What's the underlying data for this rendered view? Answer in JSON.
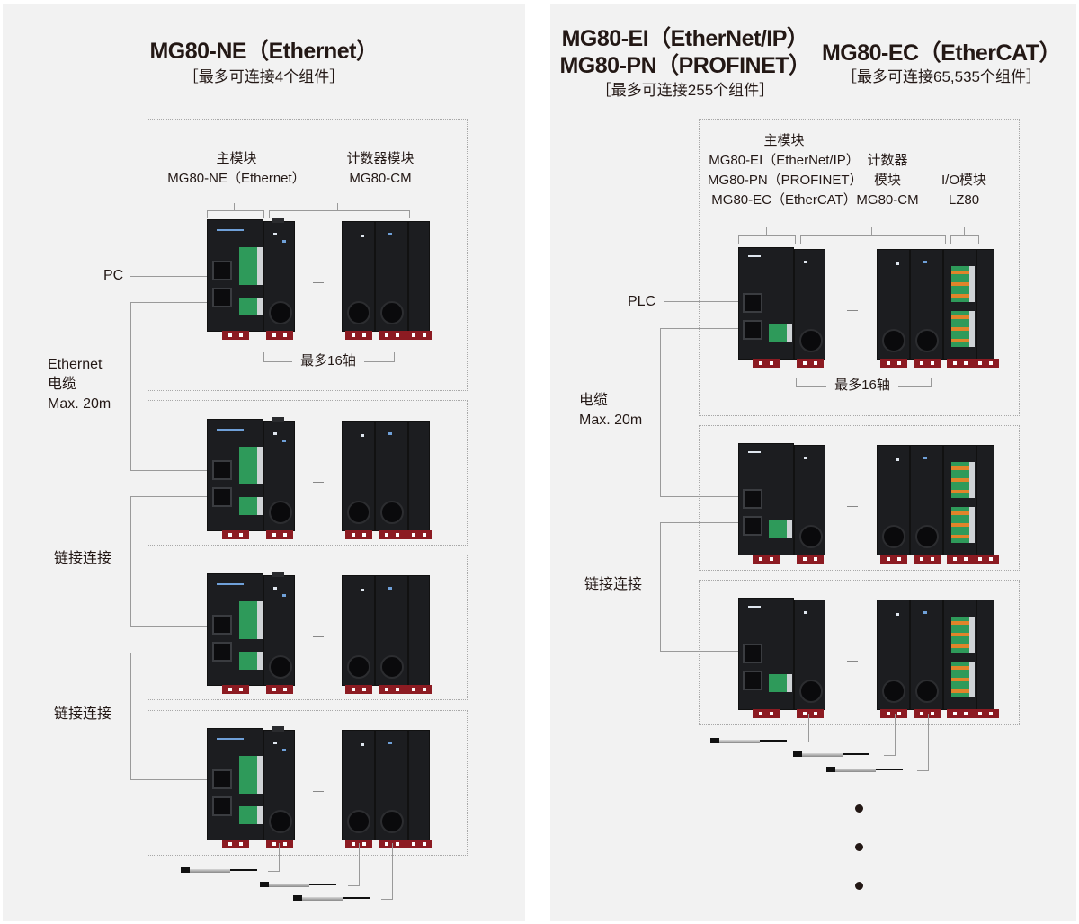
{
  "left": {
    "title": "MG80-NE（Ethernet）",
    "subtitle": "［最多可连接4个组件］",
    "main_module_label": "主模块",
    "main_module_model": "MG80-NE（Ethernet）",
    "counter_module_label": "计数器模块",
    "counter_module_model": "MG80-CM",
    "max_axes": "最多16轴",
    "host_label": "PC",
    "cable_label_line1": "Ethernet",
    "cable_label_line2": "电缆",
    "cable_label_line3": "Max. 20m",
    "chain_label_1": "链接连接",
    "chain_label_2": "链接连接",
    "unit_count": 4
  },
  "right": {
    "title_line1": "MG80-EI（EtherNet/IP）",
    "title_line2": "MG80-PN（PROFINET）",
    "subtitle": "［最多可连接255个组件］",
    "title_ec": "MG80-EC（EtherCAT）",
    "subtitle_ec": "［最多可连接65,535个组件］",
    "main_module_label": "主模块",
    "main_module_model_1": "MG80-EI（EtherNet/IP）",
    "main_module_model_2": "MG80-PN（PROFINET）",
    "main_module_model_3": "MG80-EC（EtherCAT）",
    "counter_module_label_1": "计数器",
    "counter_module_label_2": "模块",
    "counter_module_model": "MG80-CM",
    "io_module_label": "I/O模块",
    "io_module_model": "LZ80",
    "max_axes": "最多16轴",
    "host_label": "PLC",
    "cable_label_line1": "电缆",
    "cable_label_line2": "Max. 20m",
    "chain_label": "链接连接",
    "unit_count": 3,
    "continuation": "⋮"
  }
}
